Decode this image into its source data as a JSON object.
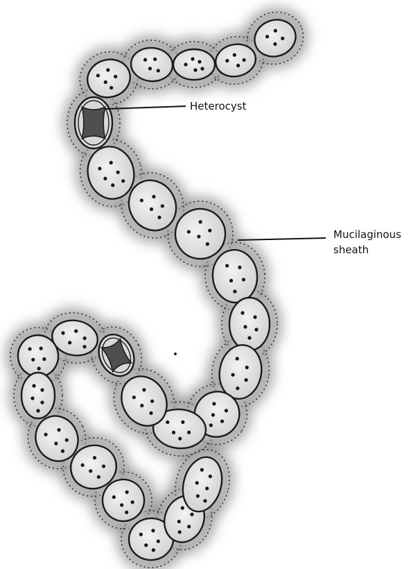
{
  "labels": {
    "heterocyst": "Heterocyst",
    "sheath_line1": "Mucilaginous",
    "sheath_line2": "sheath"
  },
  "colors": {
    "sheath_glow": "#9a9a9a",
    "sheath_dots": "#222222",
    "cell_fill": "#e2e2e2",
    "cell_outline": "#1a1a1a",
    "granule": "#151515",
    "heterocyst_core": "#4f4f4f",
    "leader_line": "#111111"
  },
  "icons": {
    "cell": "vegetative-cell",
    "heterocyst": "heterocyst-cell"
  }
}
